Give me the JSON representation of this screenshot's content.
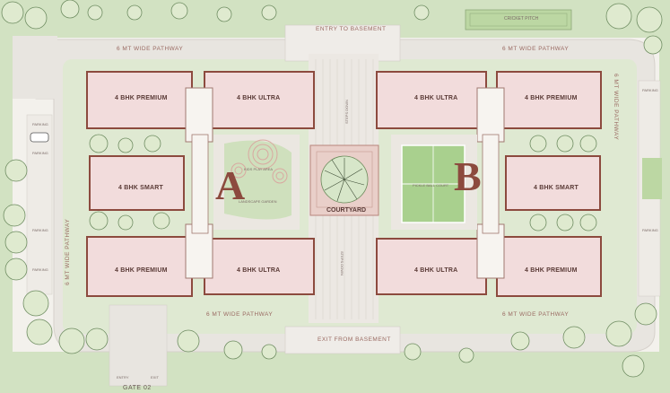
{
  "site": {
    "entry_label": "ENTRY TO BASEMENT",
    "exit_label": "EXIT FROM BASEMENT",
    "pathway_label": "6 MT WIDE PATHWAY",
    "gate_label": "GATE 02",
    "courtyard_label": "COURTYARD",
    "cricket_label": "CRICKET PITCH",
    "kids_play_label": "KIDS PLAY AREA",
    "landscape_label": "LANDSCAPE GARDEN",
    "pickleball_label": "PICKLE BALL COURT",
    "stairs_label": "STEPS DOWN",
    "parking_label": "PARKING",
    "entry_small": "ENTRY",
    "exit_small": "EXIT"
  },
  "towers": {
    "a": {
      "letter": "A"
    },
    "b": {
      "letter": "B"
    }
  },
  "units": {
    "a_top_left": "4 BHK PREMIUM",
    "a_top_right": "4 BHK ULTRA",
    "a_mid": "4 BHK SMART",
    "a_bottom_left": "4 BHK PREMIUM",
    "a_bottom_right": "4 BHK ULTRA",
    "b_top_left": "4 BHK ULTRA",
    "b_top_right": "4 BHK PREMIUM",
    "b_mid": "4 BHK SMART",
    "b_bottom_left": "4 BHK ULTRA",
    "b_bottom_right": "4 BHK PREMIUM"
  },
  "colors": {
    "road": "#e7e4df",
    "grass": "#cfe0bd",
    "unit_fill": "#f2dcdc",
    "unit_wall": "#8c4a3e",
    "court_fill": "#e9cfc9",
    "pickleball": "#a9d08e"
  }
}
